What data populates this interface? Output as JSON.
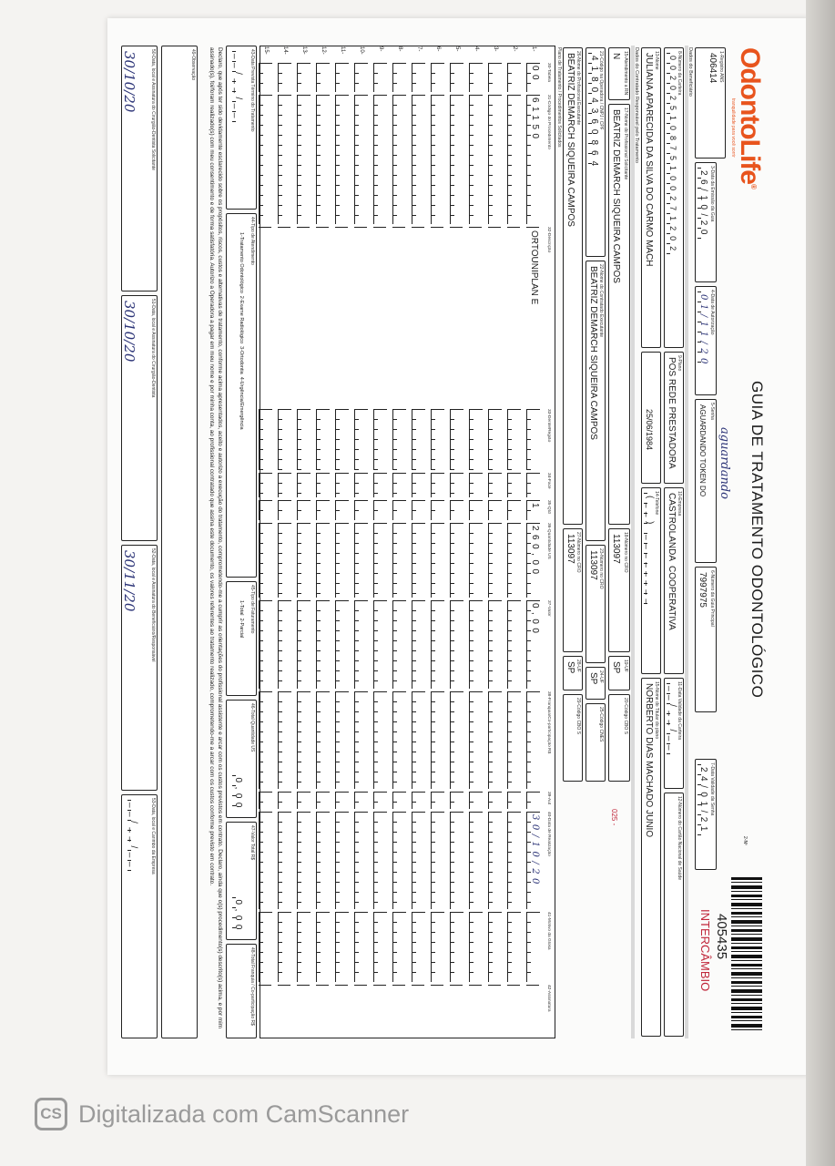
{
  "header": {
    "logo_text": "OdontoLife",
    "tagline": "tranquilidade para você sorrir",
    "title": "GUIA DE TRATAMENTO ODONTOLÓGICO",
    "guia_no_label": "2-Nº",
    "barcode_number": "405435",
    "intercambio": "INTERCÂMBIO",
    "red_code": "025 -"
  },
  "row1": {
    "registro_ans": {
      "label": "1-Registro ANS",
      "value": "406414"
    },
    "data_emissao": {
      "label": "3-Data da Emissão da Guia",
      "value": "26/10/20"
    },
    "data_autorizacao": {
      "label": "4-Data de Autorização",
      "value": "01/11/20"
    },
    "senha": {
      "label": "5-Senha",
      "value": "AGUARDANDO TOKEN DO",
      "handwritten": "aguardando"
    },
    "guia_principal": {
      "label": "6-Número da Guia Principal",
      "value": "7997975"
    },
    "validade_senha": {
      "label": "7-Data Validade da Senha",
      "value": "24/01/21"
    }
  },
  "sections": {
    "beneficiario": "Dados do Beneficiário",
    "contratado": "Dados do Contratado Responsável pelo Tratamento",
    "plano": "Plano de Tratamento / Procedimentos Solicitados"
  },
  "beneficiario": {
    "carteira": {
      "label": "8-Número da Carteira",
      "value": "00202510875100271202"
    },
    "plano": {
      "label": "9-Plano",
      "value": "POS REDE PRESTADORA"
    },
    "empresa": {
      "label": "10-Empresa",
      "value": "CASTROLANDA  COOPERATIVA"
    },
    "validade_carteira": {
      "label": "11-Data Validade da Carteira",
      "value": "__/__/__"
    },
    "cns": {
      "label": "12-Número do Cartão Nacional de Saúde",
      "value": ""
    },
    "nome": {
      "label": "13-Nome",
      "value": "JULIANA APARECIDA DA SILVA DO CARMO MACH"
    },
    "nascimento": {
      "value": "25/06/1984"
    },
    "telefone": {
      "label": "14-Telefone",
      "value": "(__) ________"
    },
    "titular": {
      "label": "15-Nome do Titular do plano",
      "value": "NORBERTO DIAS MACHADO JUNIO"
    }
  },
  "contratado": {
    "rn": {
      "label": "15-Atendimento a RN",
      "value": "N"
    },
    "solicitante": {
      "label": "17-Nome do Profissional Solicitante",
      "value": "BEATRIZ DEMARCH SIQUEIRA CAMPOS"
    },
    "cro_sol": {
      "label": "18-Número no CRO",
      "value": "113097"
    },
    "uf_sol": {
      "label": "19-UF",
      "value": "SP"
    },
    "cbo_sol": {
      "label": "20-Código CBO S",
      "value": ""
    },
    "codigo_operadora": {
      "label": "21-Código na Operadora / CNPJ / CPF",
      "value": "41804360864"
    },
    "executante_contratado": {
      "label": "22-Nome do Contratado Executante",
      "value": "BEATRIZ DEMARCH SIQUEIRA CAMPOS"
    },
    "cro_cont": {
      "label": "23-Número no CRO",
      "value": "113097"
    },
    "uf_cont": {
      "label": "24-UF",
      "value": "SP"
    },
    "cnes": {
      "label": "25-Código CNES",
      "value": ""
    },
    "executante": {
      "label": "26-Nome do Profissional Executante",
      "value": "BEATRIZ DEMARCH SIQUEIRA CAMPOS"
    },
    "cro_exec": {
      "label": "27-Número no CRO",
      "value": "113097"
    },
    "uf_exec": {
      "label": "28-UF",
      "value": "SP"
    },
    "cbo_exec": {
      "label": "29-Código CBO S",
      "value": ""
    }
  },
  "table": {
    "headers": [
      "",
      "30-Tabela",
      "31-Código do Procedimento",
      "32-Descrição",
      "33-Dente/Região",
      "34-Face",
      "35-Qtd",
      "36-Quantidade US",
      "37-Valor",
      "38-Franquia/Co-participação R$",
      "39-Aut",
      "40-Data de Realização",
      "41-Motivo da Glosa",
      "42-Assinatura"
    ],
    "rows": [
      {
        "n": "1-",
        "tabela": "00",
        "codigo": "61150",
        "descricao": "ORTOUNIPLAN E",
        "dente": "",
        "face": "",
        "qtd": "1",
        "qtd_us": "260,00",
        "valor": "0,00",
        "franquia": "",
        "aut": "",
        "data": "30/10/20",
        "glosa": "",
        "assinatura": ""
      },
      {
        "n": "2-"
      },
      {
        "n": "3-"
      },
      {
        "n": "4-"
      },
      {
        "n": "5-"
      },
      {
        "n": "6-"
      },
      {
        "n": "7-"
      },
      {
        "n": "8-"
      },
      {
        "n": "9-"
      },
      {
        "n": "10-"
      },
      {
        "n": "11-"
      },
      {
        "n": "12-"
      },
      {
        "n": "13-"
      },
      {
        "n": "14-"
      },
      {
        "n": "15-"
      }
    ]
  },
  "totals": {
    "data_prevista": {
      "label": "43-Data Prevista Término do Tratamento",
      "value": "__/__/__"
    },
    "tipo_atendimento": {
      "label": "44-Tipo de Atendimento",
      "value": "1-Tratamento Odontológico  2-Exame Radiológico  3-Ortodontia  4-Urgência/Emergência"
    },
    "tipo_faturamento": {
      "label": "45-Tipo de Faturamento",
      "value": "1-Total  2-Parcial"
    },
    "total_us": {
      "label": "46-Total Quantidade US",
      "value": "0,00"
    },
    "valor_total": {
      "label": "47-Valor Total R$",
      "value": "0,00"
    },
    "total_franquia": {
      "label": "48-Total Franquia / Co-participação R$",
      "value": ""
    }
  },
  "declaration": "Declaro, que após ter sido devidamente esclarecido sobre os propósitos, riscos, custos e alternativas de tratamento, conforme acima apresentados, aceito e autorizo a execução do tratamento, comprometendo-me a cumprir as orientações do profissional assistente e arcar com os custos previstos em contrato. Declaro, ainda que o(s) procedimento(s) descrito(s) acima, e por mim assinado(s), foi/foram realizado(s) com meu consentimento e de forma satisfatória. Autorizo a Operadora a pagar em meu nome e por minha conta, ao profissional contratado que assina este documento, os valores referentes ao tratamento realizado, comprometendo-me a arcar com os custos conforme previsto em contrato.",
  "observacao": {
    "label": "49-Observação",
    "value": ""
  },
  "signatures": [
    {
      "label": "50-Data, local e Assinatura do Cirurgião-Dentista Solicitante",
      "value": "30/10/20"
    },
    {
      "label": "51-Data, local e Assinatura do Cirurgião-Dentista",
      "value": "30/10/20"
    },
    {
      "label": "52-Data, local e Assinatura do Beneficiário/Responsável",
      "value": "30/11/20"
    },
    {
      "label": "53-Data, local e Carimbo da Empresa",
      "value": "__/__/__"
    }
  ],
  "watermark": {
    "icon": "CS",
    "text": "Digitalizada com CamScanner"
  }
}
